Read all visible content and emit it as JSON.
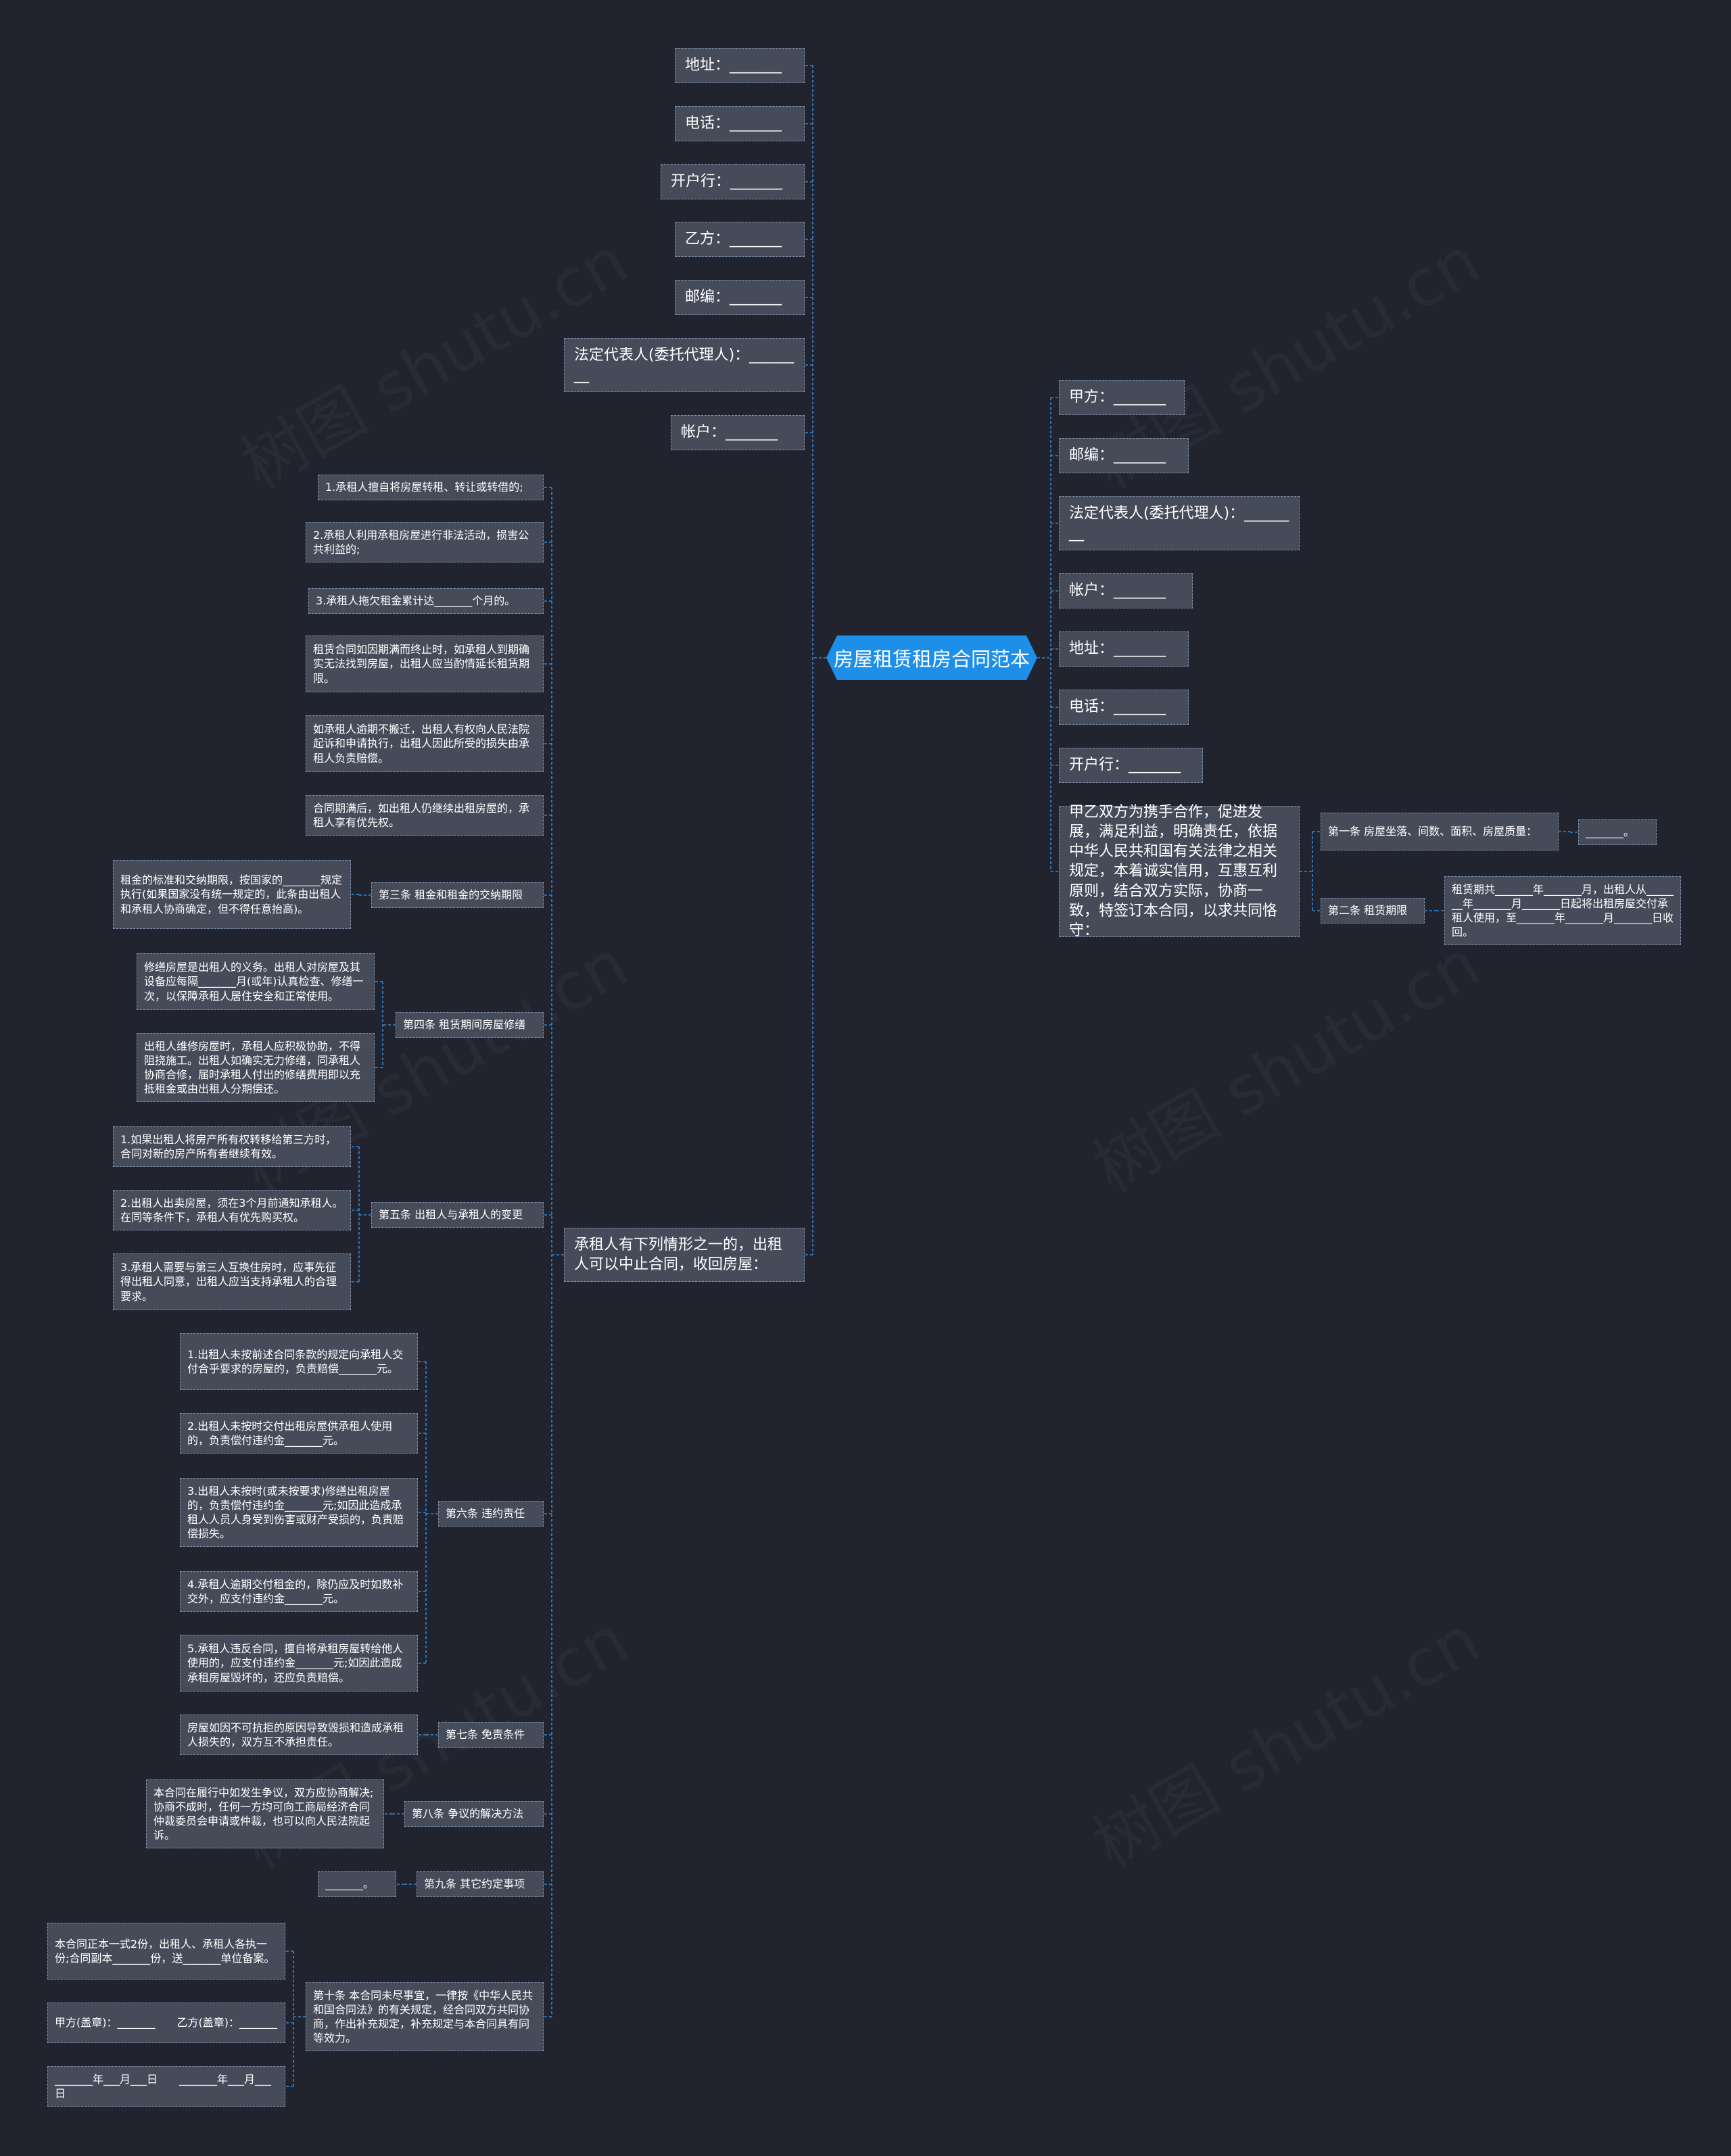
{
  "root": {
    "title": "房屋租赁租房合同范本"
  },
  "watermark": "树图 shutu.cn",
  "left_top": [
    "地址：_______",
    "电话：_______",
    "开户行：_______",
    "乙方：_______",
    "邮编：_______",
    "法定代表人(委托代理人)：________",
    "帐户：_______"
  ],
  "right": [
    "甲方：_______",
    "邮编：_______",
    "法定代表人(委托代理人)：________",
    "帐户：_______",
    "地址：_______",
    "电话：_______",
    "开户行：_______",
    "甲乙双方为携手合作，促进发展，满足利益，明确责任，依据中华人民共和国有关法律之相关规定，本着诚实信用，互惠互利原则，结合双方实际，协商一致，特签订本合同，以求共同恪守："
  ],
  "articles_right": {
    "art1": "第一条 房屋坐落、间数、面积、房屋质量：",
    "art1_value": "_______。",
    "art2": "第二条 租赁期限",
    "art2_value": "租赁期共_______年_______月，出租人从_______年_______月_______日起将出租房屋交付承租人使用，至_______年_______月_______日收回。"
  },
  "left_big": "承租人有下列情形之一的，出租人可以中止合同，收回房屋：",
  "left_direct": [
    "1.承租人擅自将房屋转租、转让或转借的;",
    "2.承租人利用承租房屋进行非法活动，损害公共利益的;",
    "3.承租人拖欠租金累计达_______个月的。",
    "租赁合同如因期满而终止时，如承租人到期确实无法找到房屋，出租人应当酌情延长租赁期限。",
    "如承租人逾期不搬迁，出租人有权向人民法院起诉和申请执行，出租人因此所受的损失由承租人负责赔偿。",
    "合同期满后，如出租人仍继续出租房屋的，承租人享有优先权。"
  ],
  "articles": {
    "art3": "第三条 租金和租金的交纳期限",
    "art3_children": [
      "租金的标准和交纳期限，按国家的_______规定执行(如果国家没有统一规定的，此条由出租人和承租人协商确定，但不得任意抬高)。"
    ],
    "art4": "第四条 租赁期间房屋修缮",
    "art4_children": [
      "修缮房屋是出租人的义务。出租人对房屋及其设备应每隔_______月(或年)认真检查、修缮一次，以保障承租人居住安全和正常使用。",
      "出租人维修房屋时，承租人应积极协助，不得阻挠施工。出租人如确实无力修缮，同承租人协商合修，届时承租人付出的修缮费用即以充抵租金或由出租人分期偿还。"
    ],
    "art5": "第五条 出租人与承租人的变更",
    "art5_children": [
      "1.如果出租人将房产所有权转移给第三方时，合同对新的房产所有者继续有效。",
      "2.出租人出卖房屋，须在3个月前通知承租人。在同等条件下，承租人有优先购买权。",
      "3.承租人需要与第三人互换住房时，应事先征得出租人同意，出租人应当支持承租人的合理要求。"
    ],
    "art6": "第六条 违约责任",
    "art6_children": [
      "1.出租人未按前述合同条款的规定向承租人交付合乎要求的房屋的，负责赔偿_______元。",
      "2.出租人未按时交付出租房屋供承租人使用的，负责偿付违约金_______元。",
      "3.出租人未按时(或未按要求)修缮出租房屋的，负责偿付违约金_______元;如因此造成承租人人员人身受到伤害或财产受损的，负责赔偿损失。",
      "4.承租人逾期交付租金的，除仍应及时如数补交外，应支付违约金_______元。",
      "5.承租人违反合同，擅自将承租房屋转给他人使用的，应支付违约金_______元;如因此造成承租房屋毁坏的，还应负责赔偿。"
    ],
    "art7": "第七条 免责条件",
    "art7_children": [
      "房屋如因不可抗拒的原因导致毁损和造成承租人损失的，双方互不承担责任。"
    ],
    "art8": "第八条 争议的解决方法",
    "art8_children": [
      "本合同在履行中如发生争议，双方应协商解决;协商不成时，任何一方均可向工商局经济合同仲裁委员会申请或仲裁，也可以向人民法院起诉。"
    ],
    "art9": "第九条 其它约定事项",
    "art9_children": [
      "_______。"
    ],
    "art10": "第十条 本合同未尽事宜，一律按《中华人民共和国合同法》的有关规定，经合同双方共同协商，作出补充规定，补充规定与本合同具有同等效力。",
    "art10_children": [
      "本合同正本一式2份，出租人、承租人各执一份;合同副本_______份，送_______单位备案。",
      "甲方(盖章)：_______　　乙方(盖章)：_______",
      "_______年___月___日　　_______年___月___日"
    ]
  }
}
